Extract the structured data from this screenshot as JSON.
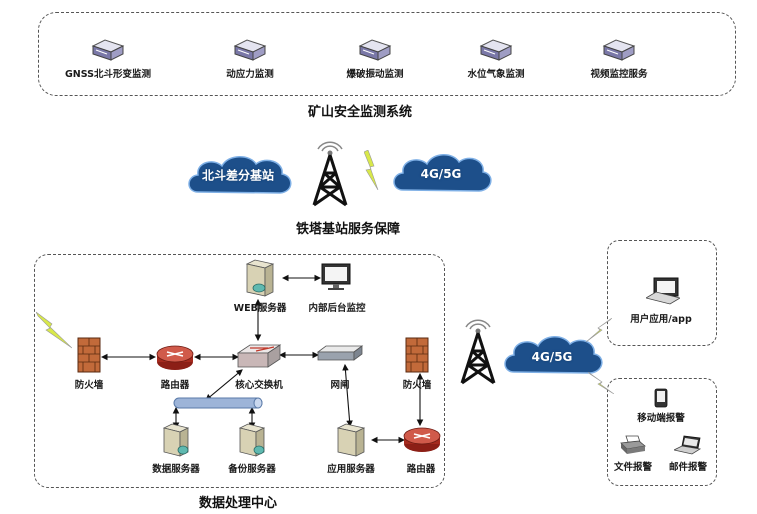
{
  "mine_safety": {
    "title": "矿山安全监测系统",
    "items": [
      {
        "label": "GNSS北斗形变监测"
      },
      {
        "label": "动应力监测"
      },
      {
        "label": "爆破振动监测"
      },
      {
        "label": "水位气象监测"
      },
      {
        "label": "视频监控服务"
      }
    ]
  },
  "tower": {
    "caption": "铁塔基站服务保障",
    "beidou_cloud": "北斗差分基站",
    "net_cloud": "4G/5G"
  },
  "data_center": {
    "title": "数据处理中心",
    "web_server": "WEB服务器",
    "internal_monitor": "内部后台监控",
    "firewall_left": "防火墙",
    "router_left": "路由器",
    "core_switch": "核心交换机",
    "gateway": "网闸",
    "firewall_right": "防火墙",
    "data_server": "数据服务器",
    "backup_server": "备份服务器",
    "app_server": "应用服务器",
    "router_right": "路由器"
  },
  "remote": {
    "net_cloud": "4G/5G",
    "user_app": "用户应用/app",
    "mobile_alarm": "移动端报警",
    "file_alarm": "文件报警",
    "mail_alarm": "邮件报警"
  },
  "colors": {
    "cloud": "#1d4f8a",
    "router": "#c0392b",
    "firewall": "#b5552b",
    "bus": "#9db4d8",
    "lightning": "#d8e84a"
  },
  "icons": [
    "server-rack-icon",
    "tower-antenna-icon",
    "cloud-icon",
    "router-icon",
    "switch-icon",
    "firewall-icon",
    "computer-monitor-icon",
    "phone-icon",
    "printer-icon",
    "laptop-icon",
    "lightning-icon"
  ]
}
